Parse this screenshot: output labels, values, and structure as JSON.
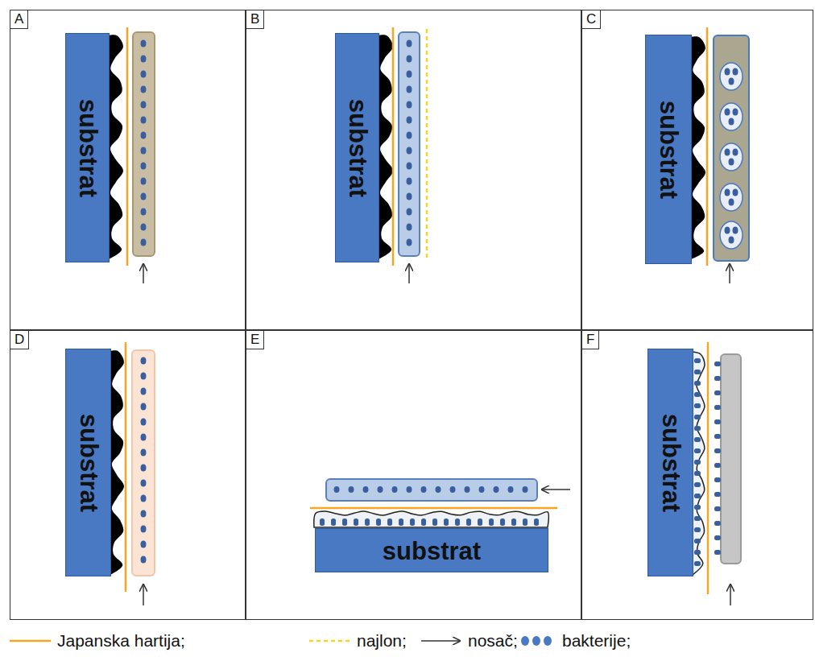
{
  "diagram": {
    "nodes": [
      {
        "text": [
          "A"
        ]
      },
      {
        "text": [
          "substrat"
        ],
        "in": 0
      },
      {
        "text": [
          "B"
        ]
      },
      {
        "text": [
          "substrat"
        ],
        "in": 2
      },
      {
        "text": [
          "C"
        ]
      },
      {
        "text": [
          "substrat"
        ],
        "in": 4
      },
      {
        "text": [
          "D"
        ]
      },
      {
        "text": [
          "substrat"
        ],
        "in": 6
      },
      {
        "text": [
          "E"
        ]
      },
      {
        "text": [
          "substrat"
        ],
        "in": 8
      },
      {
        "text": [
          "F"
        ]
      },
      {
        "text": [
          "substrat"
        ],
        "in": 10
      }
    ],
    "legend": [
      {
        "text": "Japanska hartija;"
      },
      {
        "text": "najlon;"
      },
      {
        "text": "nosač;"
      },
      {
        "text": "bakterije;"
      }
    ]
  }
}
